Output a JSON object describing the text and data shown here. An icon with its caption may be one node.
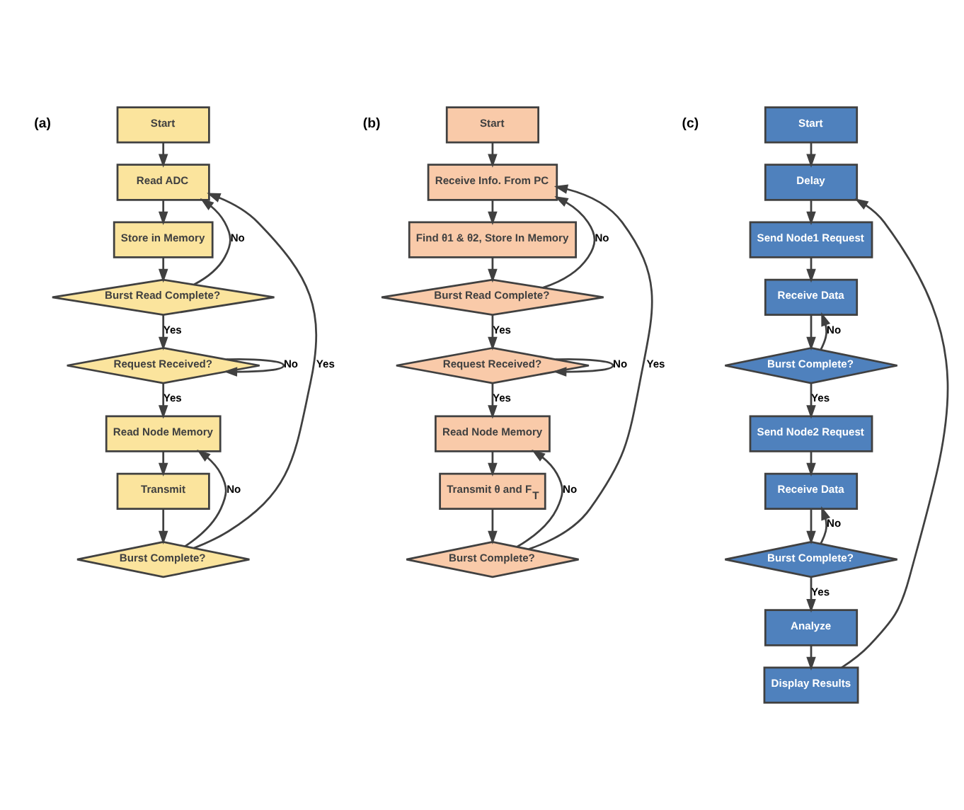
{
  "diagram": {
    "nodes": [
      {
        "text": [
          "Start"
        ]
      },
      {
        "text": [
          "Read ADC"
        ]
      },
      {
        "text": [
          "Store in Memory"
        ]
      },
      {
        "text": [
          "Burst Read Complete?"
        ]
      },
      {
        "text": [
          "Request Received?"
        ]
      },
      {
        "text": [
          "Read Node Memory"
        ]
      },
      {
        "text": [
          "Transmit"
        ]
      },
      {
        "text": [
          "Burst Complete?"
        ]
      },
      {
        "text": [
          "Start"
        ]
      },
      {
        "text": [
          "Receive Info. From PC"
        ]
      },
      {
        "text": [
          "Find θ1 & θ2, Store In Memory"
        ]
      },
      {
        "text": [
          "Burst Read Complete?"
        ]
      },
      {
        "text": [
          "Request Received?"
        ]
      },
      {
        "text": [
          "Read Node Memory"
        ]
      },
      {
        "text": [
          "Transmit θ and F$_{T}$"
        ]
      },
      {
        "text": [
          "Burst Complete?"
        ]
      },
      {
        "text": [
          "Start"
        ]
      },
      {
        "text": [
          "Delay"
        ]
      },
      {
        "text": [
          "Send Node1 Request"
        ]
      },
      {
        "text": [
          "Receive Data"
        ]
      },
      {
        "text": [
          "Burst Complete?"
        ]
      },
      {
        "text": [
          "Send Node2 Request"
        ]
      },
      {
        "text": [
          "Receive Data"
        ]
      },
      {
        "text": [
          "Burst Complete?"
        ]
      },
      {
        "text": [
          "Analyze"
        ]
      },
      {
        "text": [
          "Display Results"
        ]
      }
    ],
    "edges": [
      {
        "from": 0,
        "to": 1,
        "arrow": "to"
      },
      {
        "from": 1,
        "to": 2,
        "arrow": "to"
      },
      {
        "from": 2,
        "to": 3,
        "arrow": "to"
      },
      {
        "from": 3,
        "to": 1,
        "arrow": "to",
        "label": "No"
      },
      {
        "from": 3,
        "to": 4,
        "arrow": "to",
        "label": "Yes"
      },
      {
        "from": 4,
        "to": 4,
        "arrow": "to",
        "label": "No"
      },
      {
        "from": 4,
        "to": 5,
        "arrow": "to",
        "label": "Yes"
      },
      {
        "from": 5,
        "to": 6,
        "arrow": "to"
      },
      {
        "from": 6,
        "to": 7,
        "arrow": "to"
      },
      {
        "from": 7,
        "to": 5,
        "arrow": "to",
        "label": "No"
      },
      {
        "from": 7,
        "to": 1,
        "arrow": "to",
        "label": "Yes"
      },
      {
        "from": 8,
        "to": 9,
        "arrow": "to"
      },
      {
        "from": 9,
        "to": 10,
        "arrow": "to"
      },
      {
        "from": 10,
        "to": 11,
        "arrow": "to"
      },
      {
        "from": 11,
        "to": 9,
        "arrow": "to",
        "label": "No"
      },
      {
        "from": 11,
        "to": 12,
        "arrow": "to",
        "label": "Yes"
      },
      {
        "from": 12,
        "to": 12,
        "arrow": "to",
        "label": "No"
      },
      {
        "from": 12,
        "to": 13,
        "arrow": "to",
        "label": "Yes"
      },
      {
        "from": 13,
        "to": 14,
        "arrow": "to"
      },
      {
        "from": 14,
        "to": 15,
        "arrow": "to"
      },
      {
        "from": 15,
        "to": 13,
        "arrow": "to",
        "label": "No"
      },
      {
        "from": 15,
        "to": 9,
        "arrow": "to",
        "label": "Yes"
      },
      {
        "from": 16,
        "to": 17,
        "arrow": "to"
      },
      {
        "from": 17,
        "to": 18,
        "arrow": "to"
      },
      {
        "from": 18,
        "to": 19,
        "arrow": "to"
      },
      {
        "from": 19,
        "to": 20,
        "arrow": "to"
      },
      {
        "from": 20,
        "to": 19,
        "arrow": "to",
        "label": "No"
      },
      {
        "from": 20,
        "to": 21,
        "arrow": "to",
        "label": "Yes"
      },
      {
        "from": 21,
        "to": 22,
        "arrow": "to"
      },
      {
        "from": 22,
        "to": 23,
        "arrow": "to"
      },
      {
        "from": 23,
        "to": 22,
        "arrow": "to",
        "label": "No"
      },
      {
        "from": 23,
        "to": 24,
        "arrow": "to",
        "label": "Yes"
      },
      {
        "from": 24,
        "to": 25,
        "arrow": "to"
      },
      {
        "from": 25,
        "to": 17,
        "arrow": "to"
      }
    ],
    "labels": [
      "(a)",
      "(b)",
      "(c)"
    ]
  }
}
